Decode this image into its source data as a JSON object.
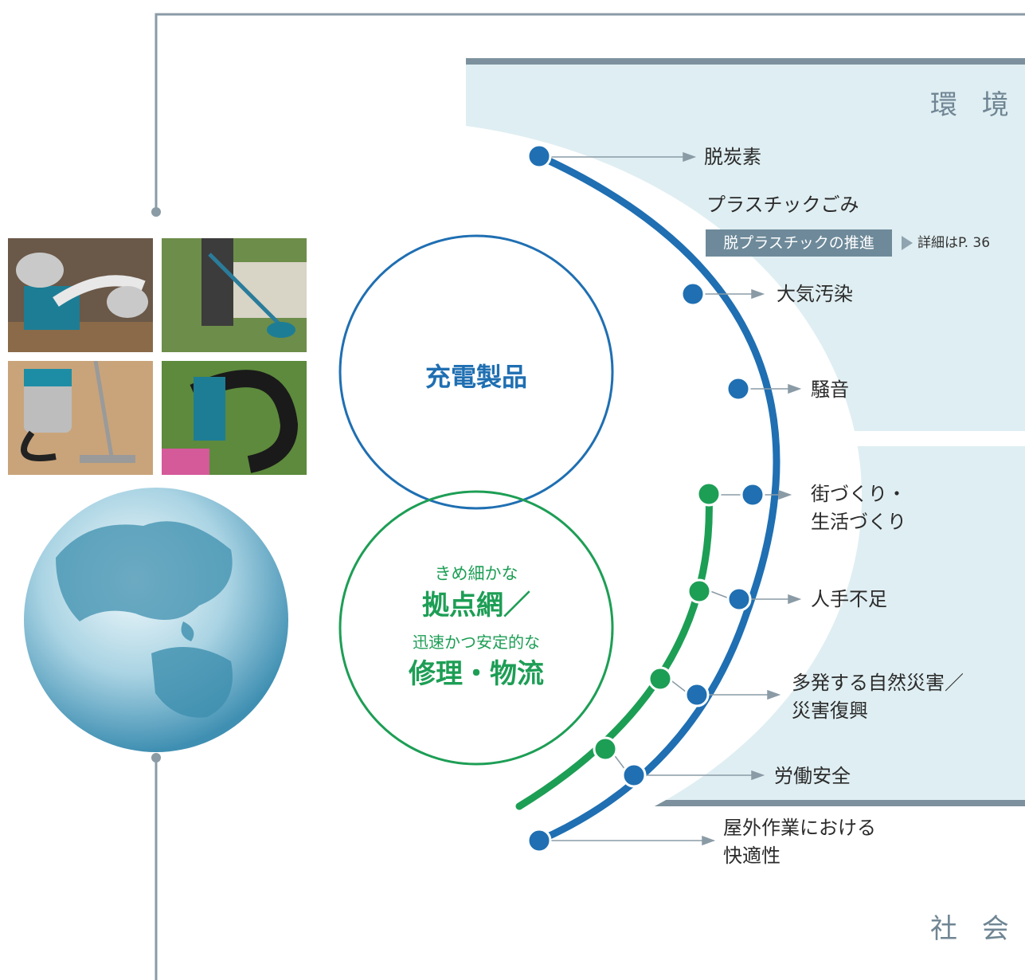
{
  "environment": {
    "title": "環 境",
    "items": {
      "decarbonization": "脱炭素",
      "plastic_waste": "プラスチックごみ",
      "air_pollution": "大気汚染",
      "noise": "騒音"
    },
    "tag": "脱プラスチックの推進",
    "reference": "詳細はP. 36"
  },
  "society": {
    "title": "社 会",
    "items": {
      "town_line1": "街づくり・",
      "town_line2": "生活づくり",
      "labor_shortage": "人手不足",
      "disaster_line1": "多発する自然災害／",
      "disaster_line2": "災害復興",
      "work_safety": "労働安全",
      "outdoor_line1": "屋外作業における",
      "outdoor_line2": "快適性"
    }
  },
  "circles": {
    "cordless": "充電製品",
    "network_pre": "きめ細かな",
    "network_main": "拠点網／",
    "service_pre": "迅速かつ安定的な",
    "service_main": "修理・物流"
  },
  "colors": {
    "blue": "#1f6fb2",
    "green": "#1d9e55",
    "panel": "#dfeef2",
    "panel_border": "#7c919d",
    "connector": "#8a9ba6"
  }
}
